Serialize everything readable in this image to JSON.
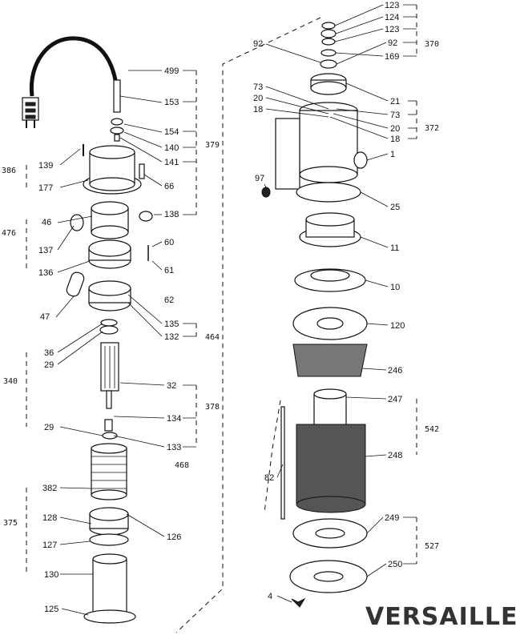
{
  "brand": "VERSAILLES",
  "left_labels": [
    "499",
    "153",
    "154",
    "140",
    "141",
    "139",
    "177",
    "66",
    "138",
    "46",
    "137",
    "136",
    "60",
    "61",
    "62",
    "47",
    "135",
    "132",
    "36",
    "29",
    "32",
    "134",
    "133",
    "29",
    "382",
    "128",
    "126",
    "127",
    "130",
    "125"
  ],
  "right_labels": [
    "123",
    "124",
    "123",
    "92",
    "169",
    "92",
    "73",
    "20",
    "18",
    "21",
    "73",
    "20",
    "18",
    "1",
    "97",
    "25",
    "11",
    "10",
    "120",
    "246",
    "247",
    "248",
    "82",
    "249",
    "250",
    "4"
  ],
  "group_labels": [
    "370",
    "379",
    "386",
    "476",
    "464",
    "340",
    "378",
    "468",
    "375",
    "372",
    "542",
    "527"
  ]
}
